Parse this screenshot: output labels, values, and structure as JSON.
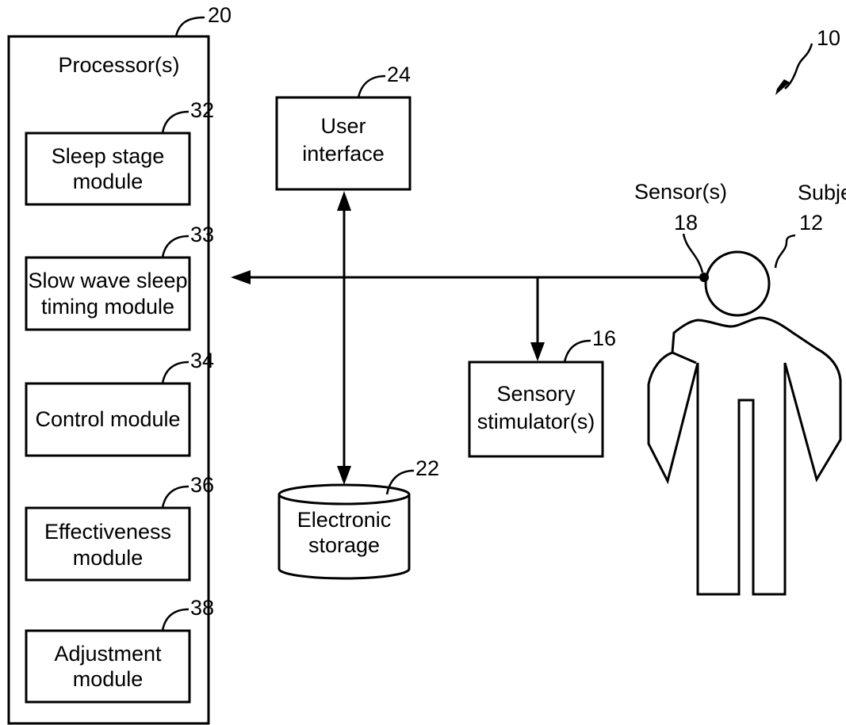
{
  "figure_ref": "10",
  "processor": {
    "label": "Processor(s)",
    "ref": "20"
  },
  "modules": {
    "sleep_stage": {
      "line1": "Sleep stage",
      "line2": "module",
      "ref": "32"
    },
    "sws_timing": {
      "line1": "Slow wave sleep",
      "line2": "timing module",
      "ref": "33"
    },
    "control": {
      "line1": "Control module",
      "ref": "34"
    },
    "effectiveness": {
      "line1": "Effectiveness",
      "line2": "module",
      "ref": "36"
    },
    "adjustment": {
      "line1": "Adjustment",
      "line2": "module",
      "ref": "38"
    }
  },
  "user_interface": {
    "line1": "User",
    "line2": "interface",
    "ref": "24"
  },
  "sensory_stimulator": {
    "line1": "Sensory",
    "line2": "stimulator(s)",
    "ref": "16"
  },
  "electronic_storage": {
    "line1": "Electronic",
    "line2": "storage",
    "ref": "22"
  },
  "sensor": {
    "label": "Sensor(s)",
    "ref": "18"
  },
  "subject": {
    "label": "Subject",
    "ref": "12"
  },
  "colors": {
    "stroke": "#000000",
    "background": "#ffffff"
  }
}
